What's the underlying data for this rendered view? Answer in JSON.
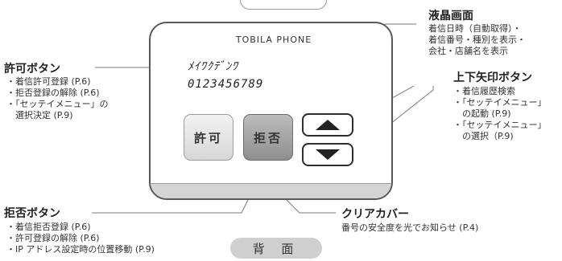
{
  "device": {
    "brand": "TOBILA PHONE",
    "lcd_line1": "ﾒｲﾜｸﾃﾞﾝﾜ",
    "lcd_line2": "0123456789",
    "permit_button": "許可",
    "reject_button": "拒否"
  },
  "callouts": {
    "lcd": {
      "title": "液晶画面",
      "lines": [
        "着信日時（自動取得）・",
        "着信番号・種別を表示・",
        "会社・店舗名を表示"
      ]
    },
    "arrows": {
      "title": "上下矢印ボタン",
      "lines": [
        "・着信履歴検索",
        "・「セッテイメニュー」",
        "　の起動 (P.9)",
        "・「セッテイメニュー」",
        "　の選択（P.9)"
      ]
    },
    "permit": {
      "title": "許可ボタン",
      "lines": [
        "・着信許可登録 (P.6)",
        "・拒否登録の解除 (P.6)",
        "・「セッテイメニュー」の",
        "　選択決定 (P.9)"
      ]
    },
    "reject": {
      "title": "拒否ボタン",
      "lines": [
        "・着信拒否登録 (P.6)",
        "・許可登録の解除 (P.6)",
        "・IP アドレス設定時の位置移動 (P.9)"
      ]
    },
    "cover": {
      "title": "クリアカバー",
      "lines": [
        "番号の安全度を光でお知らせ (P.4)"
      ]
    }
  },
  "back_label": "背 面",
  "colors": {
    "line": "#7a7a7a",
    "device_border": "#585858",
    "cover": "#d4d4d4"
  }
}
